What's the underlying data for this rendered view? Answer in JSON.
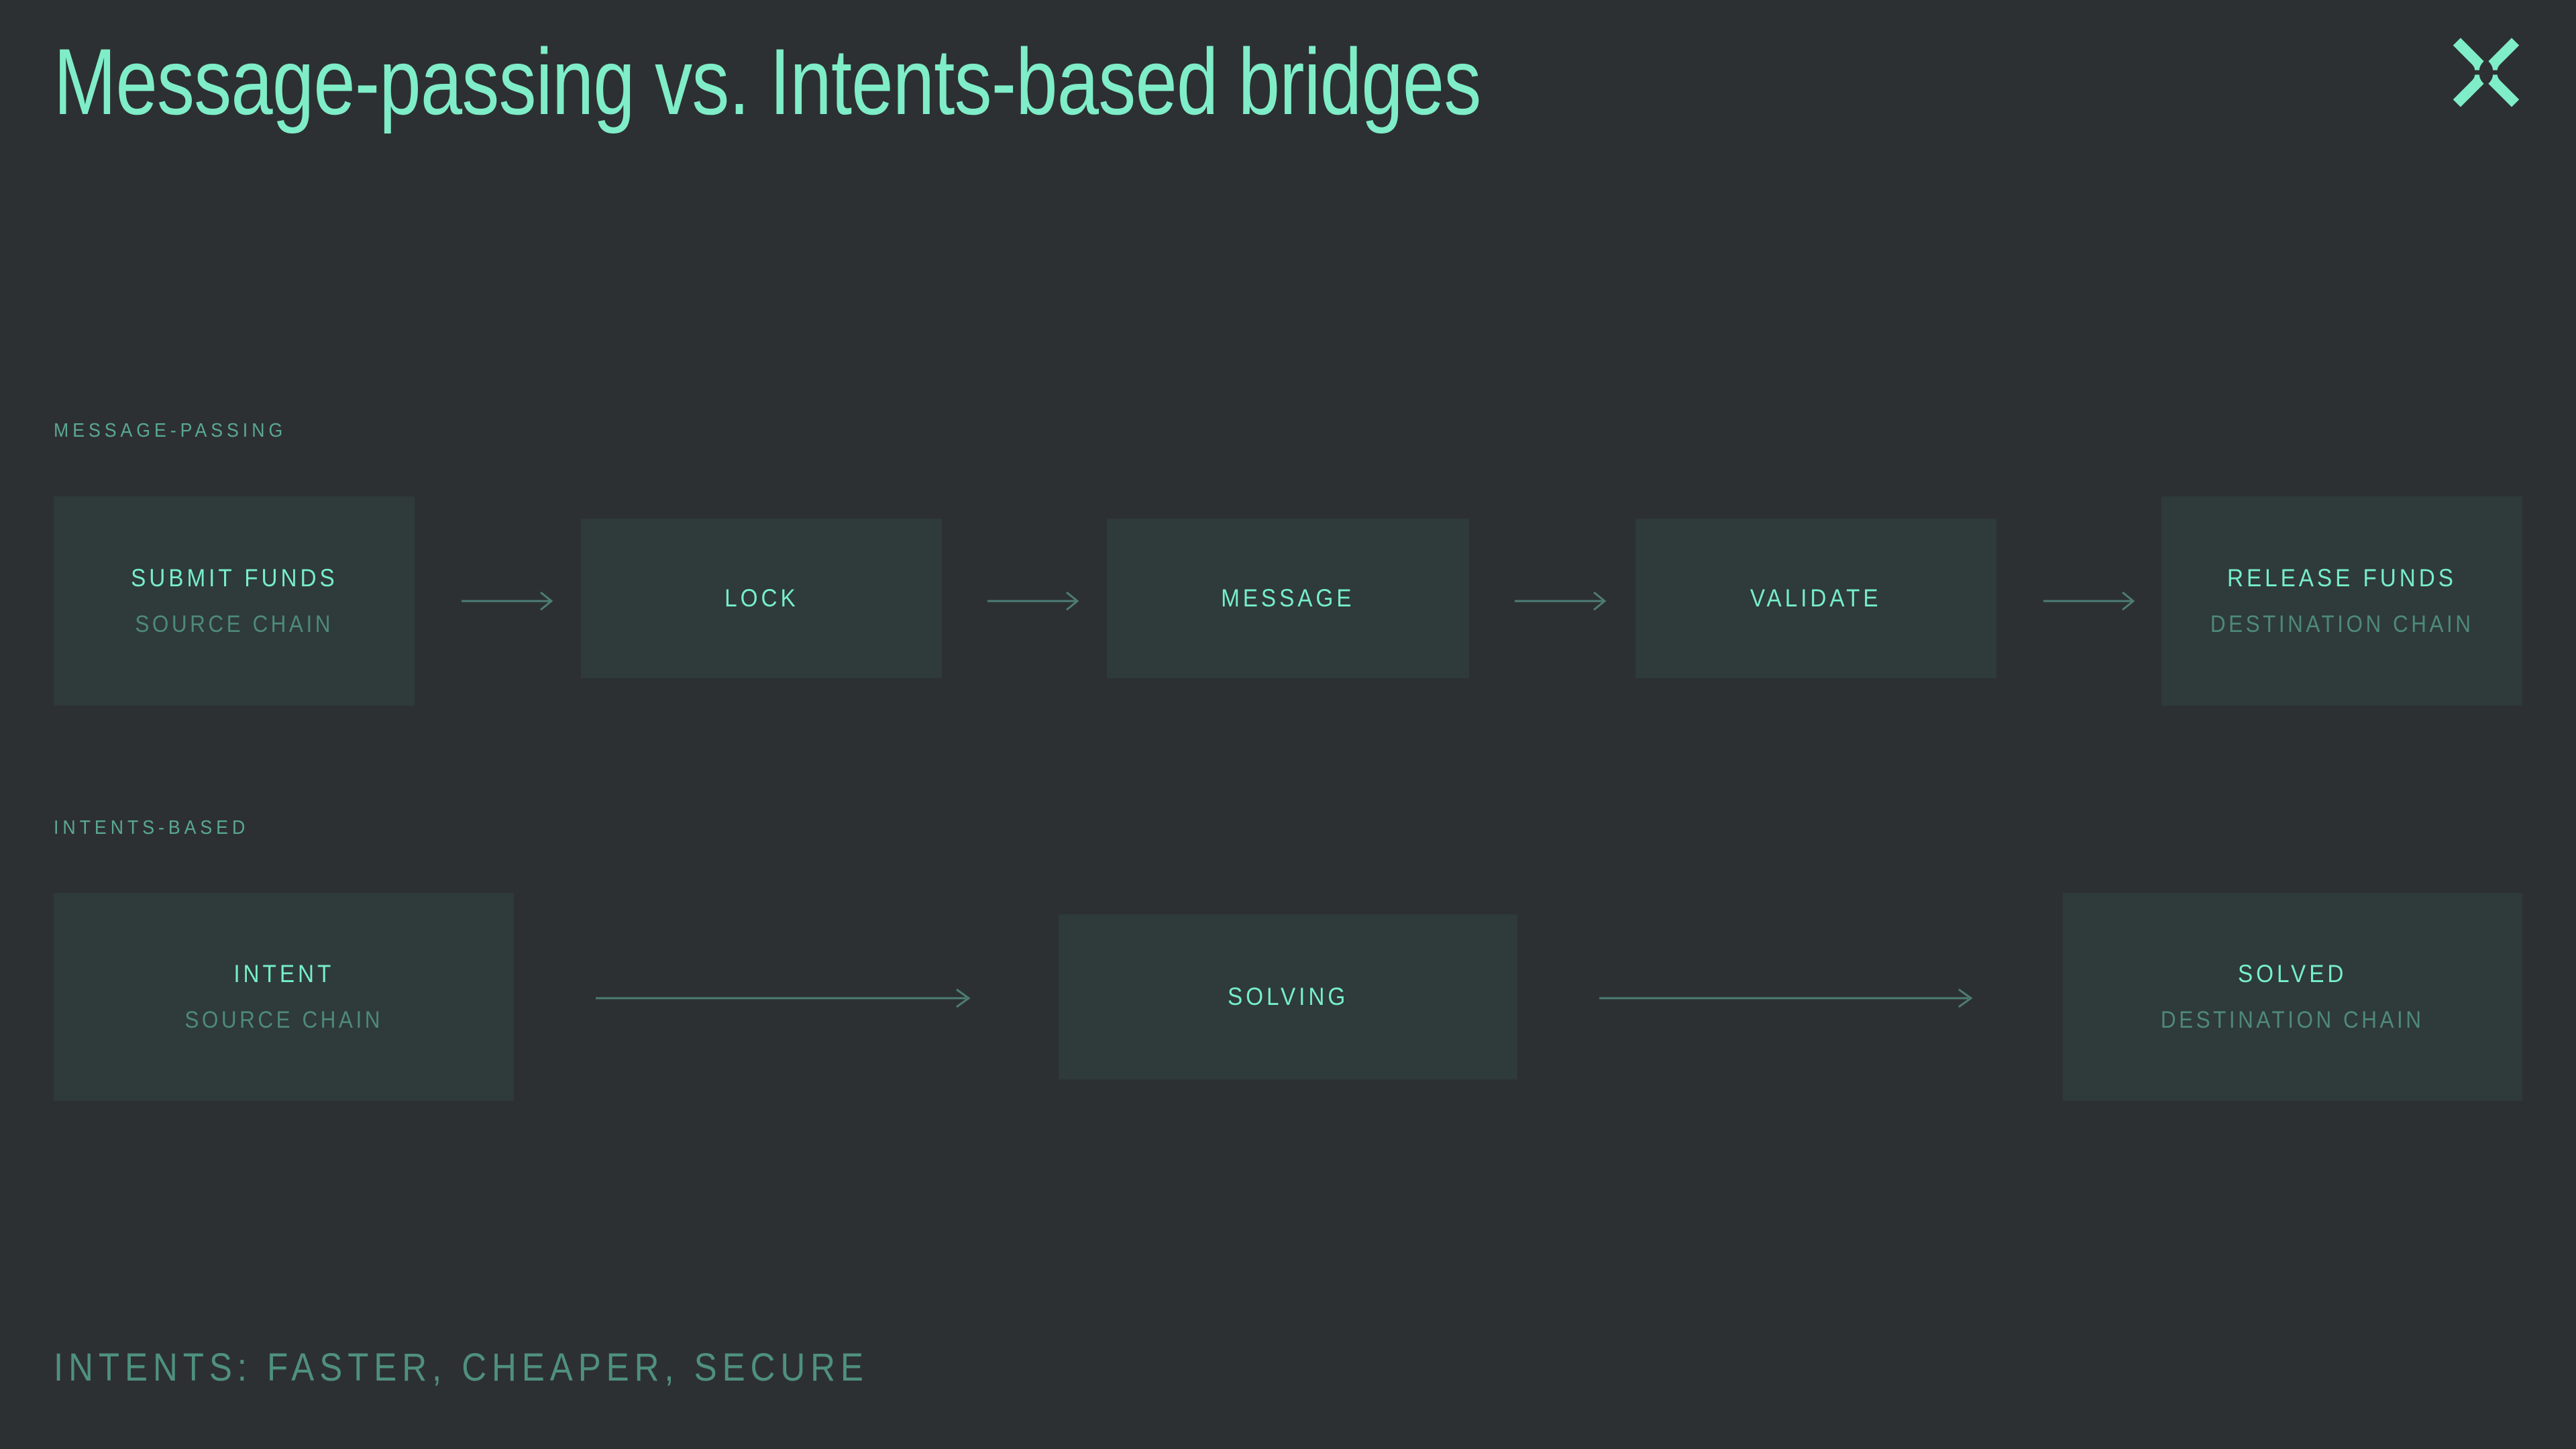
{
  "theme": {
    "background": "#2d3032",
    "box_fill": "#2f3a3b",
    "accent_bright": "#7fedc8",
    "accent_muted": "#5aa991",
    "accent_dim": "#4e8a77",
    "arrow_color": "#4c7d74"
  },
  "header": {
    "title": "Message-passing vs. Intents-based bridges",
    "logo_icon": "x-mark-logo-icon"
  },
  "sections": [
    {
      "id": "message-passing",
      "label": "MESSAGE-PASSING",
      "steps": [
        {
          "title": "SUBMIT FUNDS",
          "subtitle": "SOURCE CHAIN"
        },
        {
          "title": "LOCK",
          "subtitle": ""
        },
        {
          "title": "MESSAGE",
          "subtitle": ""
        },
        {
          "title": "VALIDATE",
          "subtitle": ""
        },
        {
          "title": "RELEASE FUNDS",
          "subtitle": "DESTINATION CHAIN"
        }
      ],
      "connectors": [
        {
          "icon": "arrow-right-icon"
        },
        {
          "icon": "arrow-right-icon"
        },
        {
          "icon": "arrow-right-icon"
        },
        {
          "icon": "arrow-right-icon"
        }
      ]
    },
    {
      "id": "intents-based",
      "label": "INTENTS-BASED",
      "steps": [
        {
          "title": "INTENT",
          "subtitle": "SOURCE CHAIN"
        },
        {
          "title": "SOLVING",
          "subtitle": ""
        },
        {
          "title": "SOLVED",
          "subtitle": "DESTINATION CHAIN"
        }
      ],
      "connectors": [
        {
          "icon": "arrow-right-long-icon"
        },
        {
          "icon": "arrow-right-long-icon"
        }
      ]
    }
  ],
  "footer": {
    "tagline": "INTENTS: FASTER, CHEAPER, SECURE"
  }
}
